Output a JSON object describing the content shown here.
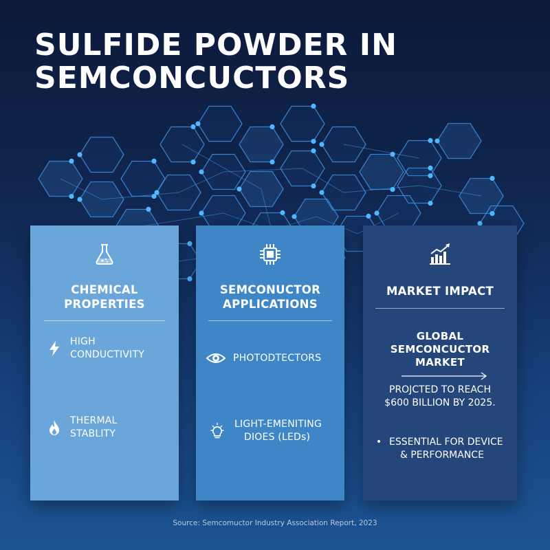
{
  "header": {
    "title_line1": "SULFIDE POWDER IN",
    "title_line2": "SEMCONCUCTORS"
  },
  "colors": {
    "background_top": "#0c1a3a",
    "background_bottom": "#1d5493",
    "card_chemical": "#6aa6d9",
    "card_applications": "#3f86c6",
    "card_market": "#25467a",
    "network_line": "#3d8fe0",
    "network_node": "#4fb8ff"
  },
  "cards": {
    "chemical": {
      "icon": "flask-icon",
      "title_line1": "CHEMICAL",
      "title_line2": "PROPERTIES",
      "items": [
        {
          "icon": "lightning-icon",
          "line1": "HIGH",
          "line2": "CONDUCTIVITY"
        },
        {
          "icon": "flame-icon",
          "line1": "THERMAL",
          "line2": "STABLITY"
        }
      ]
    },
    "applications": {
      "icon": "chip-icon",
      "title_line1": "SEMCONUCTOR",
      "title_line2": "APPLICATIONS",
      "items": [
        {
          "icon": "eye-icon",
          "line1": "PHOTODTECTORS",
          "line2": ""
        },
        {
          "icon": "lightbulb-icon",
          "line1": "LIGHT-EMENITING",
          "line2": "DIOES (LEDs)"
        }
      ]
    },
    "market": {
      "icon": "bar-chart-icon",
      "title": "MARKET IMPACT",
      "subhead_line1": "GLOBAL",
      "subhead_line2": "SEMCONCUCTOR",
      "subhead_line3": "MARKET",
      "projection_line1": "PROJCTED TO REACH",
      "projection_line2": "$600 BILLION BY 2025.",
      "bullet_line1": "ESSENTIAL FOR DEVICE",
      "bullet_line2": "& PERFORMANCE"
    }
  },
  "footer": {
    "source": "Source: Semcomuctor Industry Association Report, 2023"
  }
}
